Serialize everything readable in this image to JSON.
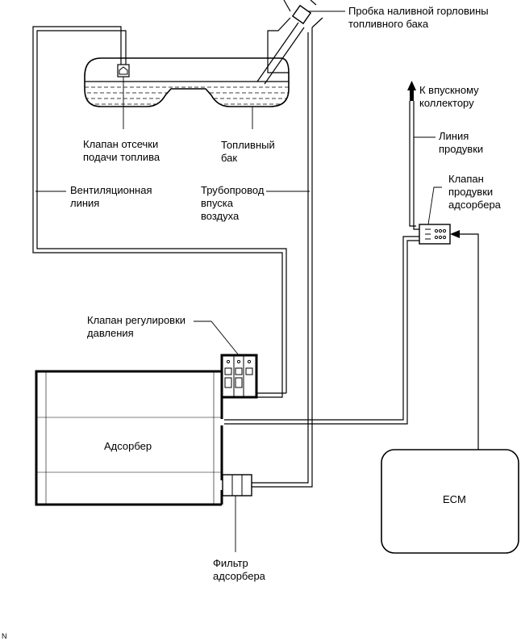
{
  "labels": {
    "filler_cap": [
      "Пробка наливной горловины",
      "топливного бака"
    ],
    "to_intake": [
      "К впускному",
      "коллектору"
    ],
    "cutoff_valve": [
      "Клапан отсечки",
      "подачи топлива"
    ],
    "fuel_tank": [
      "Топливный",
      "бак"
    ],
    "purge_line": [
      "Линия",
      "продувки"
    ],
    "purge_valve": [
      "Клапан",
      "продувки",
      "адсорбера"
    ],
    "vent_line": [
      "Вентиляционная",
      "линия"
    ],
    "intake_pipe": [
      "Трубопровод",
      "впуска",
      "воздуха"
    ],
    "pressure_valve": [
      "Клапан регулировки",
      "давления"
    ],
    "canister": "Адсорбер",
    "ecm": "ECM",
    "filter": [
      "Фильтр",
      "адсорбера"
    ]
  },
  "footer": "N"
}
